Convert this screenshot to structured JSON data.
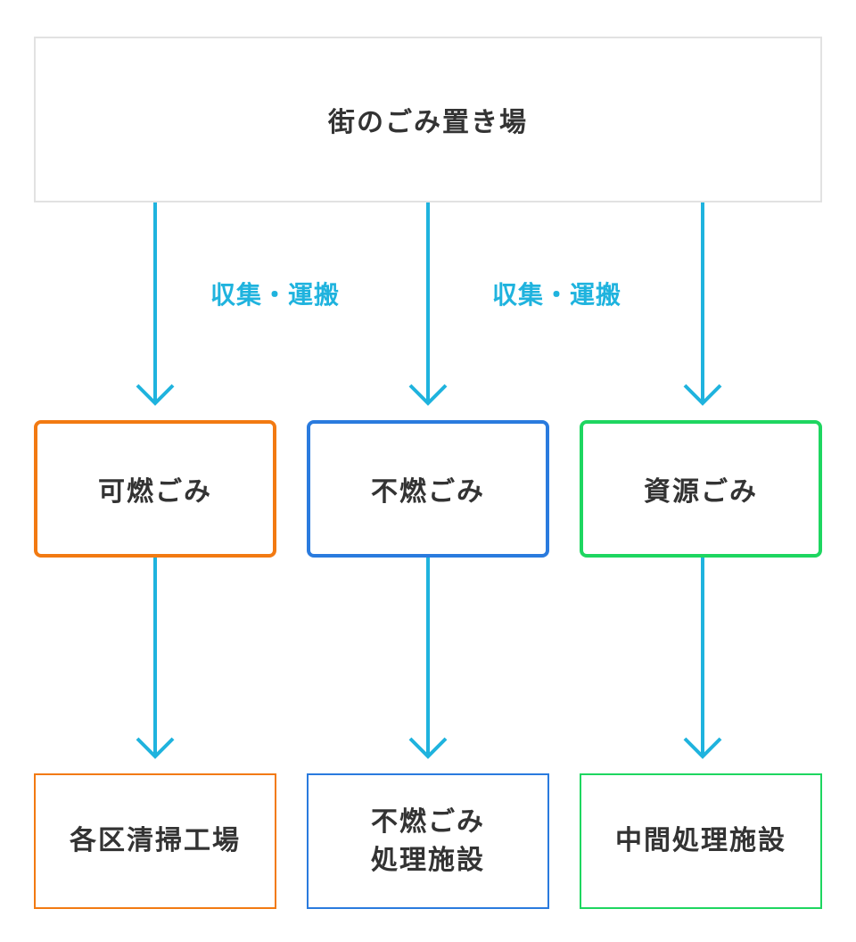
{
  "colors": {
    "arrow": "#1fb3de",
    "burnable": "#f27a12",
    "nonburnable": "#2a7bde",
    "recyclable": "#1ed660",
    "source_border": "#e2e2e2",
    "text": "#333333"
  },
  "source": {
    "label": "街のごみ置き場"
  },
  "transport_labels": [
    "収集・運搬",
    "収集・運搬"
  ],
  "waste_types": [
    {
      "label": "可燃ごみ",
      "color_key": "burnable"
    },
    {
      "label": "不燃ごみ",
      "color_key": "nonburnable"
    },
    {
      "label": "資源ごみ",
      "color_key": "recyclable"
    }
  ],
  "destinations": [
    {
      "label": "各区清掃工場"
    },
    {
      "label": "不燃ごみ\n処理施設"
    },
    {
      "label": "中間処理施設"
    }
  ]
}
